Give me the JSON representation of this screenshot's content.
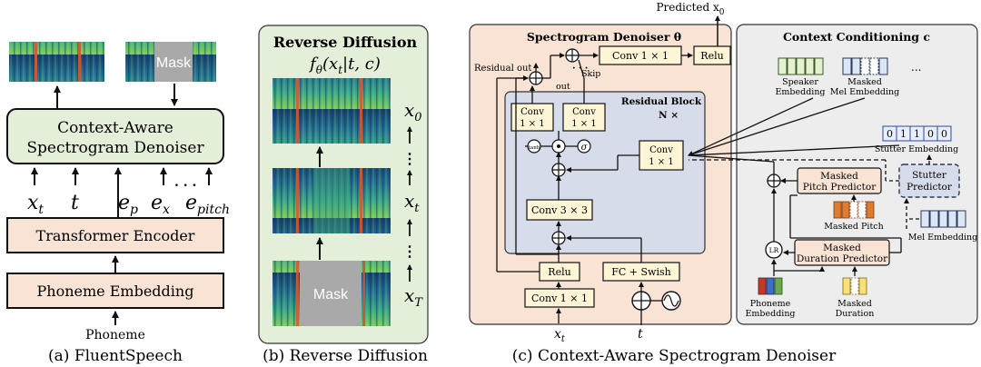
{
  "panel_a": {
    "mask_label": "Mask",
    "denoiser_line1": "Context-Aware",
    "denoiser_line2": "Spectrogram Denoiser",
    "inputs": {
      "xt": {
        "base": "x",
        "sub": "t"
      },
      "t": {
        "base": "t"
      },
      "ep": {
        "base": "e",
        "sub": "p"
      },
      "ex": {
        "base": "e",
        "sub": "x"
      },
      "epitch": {
        "base": "e",
        "sub": "pitch"
      },
      "dots": ". . ."
    },
    "transformer_encoder": "Transformer Encoder",
    "phoneme_embedding": "Phoneme Embedding",
    "phoneme": "Phoneme",
    "caption": "(a)  FluentSpeech"
  },
  "panel_b": {
    "title": "Reverse Diffusion",
    "formula_f": "f",
    "formula_theta": "θ",
    "formula_rest": "(x",
    "formula_t": "t",
    "formula_end": "|t, c)",
    "mask_label": "Mask",
    "x0": {
      "base": "x",
      "sub": "0"
    },
    "xt": {
      "base": "x",
      "sub": "t"
    },
    "xT": {
      "base": "x",
      "sub": "T"
    },
    "vdots": "⋮",
    "caption": "(b)  Reverse Diffusion"
  },
  "panel_c": {
    "predicted": {
      "text": "Predicted x",
      "sub": "0"
    },
    "denoiser_title": "Spectrogram Denoiser θ",
    "residual_out": "Residual out",
    "skip_out_1": "Skip",
    "skip_out_2": "out",
    "conv_top": "Conv 1 × 1",
    "relu_top": "Relu",
    "residual_block": "Residual Block",
    "n_times": "N ×",
    "conv_a_1": "Conv",
    "conv_a_2": "1  ×  1",
    "conv_b_1": "Conv",
    "conv_b_2": "1  ×  1",
    "conv_c_1": "Conv",
    "conv_c_2": "1 × 1",
    "tanh": "tanh",
    "sigma": "σ",
    "conv3": "Conv 3 × 3",
    "relu_bottom": "Relu",
    "fc_swish": "FC + Swish",
    "conv_bottom": "Conv 1 × 1",
    "xt_input": {
      "base": "x",
      "sub": "t"
    },
    "t_input": "t",
    "context_title": "Context  Conditioning c",
    "speaker_embedding_1": "Speaker",
    "speaker_embedding_2": "Embedding",
    "masked_mel_1": "Masked",
    "masked_mel_2": "Mel Embedding",
    "ellipsis": "...",
    "stutter_bits": [
      "0",
      "1",
      "1",
      "0",
      "0"
    ],
    "stutter_embedding": "Stutter Embedding",
    "masked_pitch_predictor_1": "Masked",
    "masked_pitch_predictor_2": "Pitch Predictor",
    "stutter_predictor_1": "Stutter",
    "stutter_predictor_2": "Predictor",
    "masked_pitch": "Masked Pitch",
    "mel_embedding": "Mel Embedding",
    "lr": "LR",
    "masked_duration_predictor_1": "Masked",
    "masked_duration_predictor_2": "Duration Predictor",
    "phoneme_embedding_1": "Phoneme",
    "phoneme_embedding_2": "Embedding",
    "masked_duration_1": "Masked",
    "masked_duration_2": "Duration",
    "caption": "(c)  Context-Aware Spectrogram Denoiser"
  },
  "colors": {
    "peach": "#f9e3d5",
    "green_panel": "#e3efd8",
    "cream": "#fdf5d5",
    "blue_block": "#d7dcea",
    "grey_panel": "#ededed",
    "spectro_dark": "#1b4a78",
    "spectro_teal": "#2f9a8c",
    "spectro_green": "#8fd14f",
    "accent_red": "#d6552e"
  }
}
